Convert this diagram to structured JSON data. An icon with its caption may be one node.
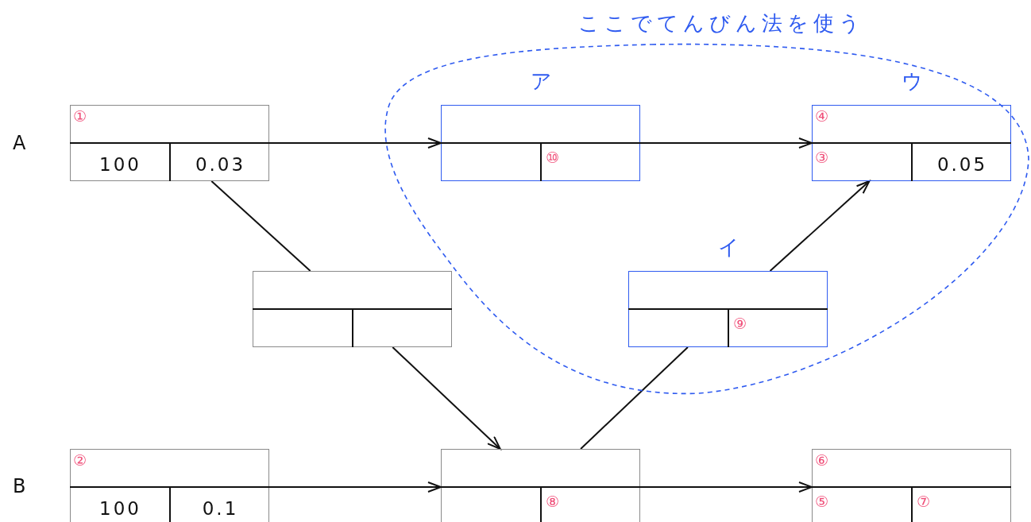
{
  "diagram": {
    "nodes": [
      {
        "text": [
          "ここでてんびん法を使う"
        ]
      },
      {
        "text": [
          "①",
          "100",
          "0.03"
        ]
      },
      {
        "text": [
          "ア",
          "⑩"
        ],
        "in": 0
      },
      {
        "text": [
          "ウ",
          "④",
          "③",
          "0.05"
        ],
        "in": 0
      },
      {
        "text": [],
        "shape": "box"
      },
      {
        "text": [
          "イ",
          "⑨"
        ],
        "in": 0
      },
      {
        "text": [
          "②",
          "100",
          "0.1"
        ]
      },
      {
        "text": [
          "⑧"
        ]
      },
      {
        "text": [
          "⑥",
          "⑤",
          "⑦"
        ]
      }
    ],
    "edges": [
      {
        "from": 1,
        "to": 2,
        "arrow": "to"
      },
      {
        "from": 2,
        "to": 3,
        "arrow": "to"
      },
      {
        "from": 1,
        "to": 4,
        "arrow": "none"
      },
      {
        "from": 4,
        "to": 7,
        "arrow": "to"
      },
      {
        "from": 6,
        "to": 7,
        "arrow": "to"
      },
      {
        "from": 7,
        "to": 5,
        "arrow": "none"
      },
      {
        "from": 5,
        "to": 3,
        "arrow": "to"
      },
      {
        "from": 7,
        "to": 8,
        "arrow": "to"
      }
    ],
    "labels": [
      "A",
      "B"
    ]
  }
}
